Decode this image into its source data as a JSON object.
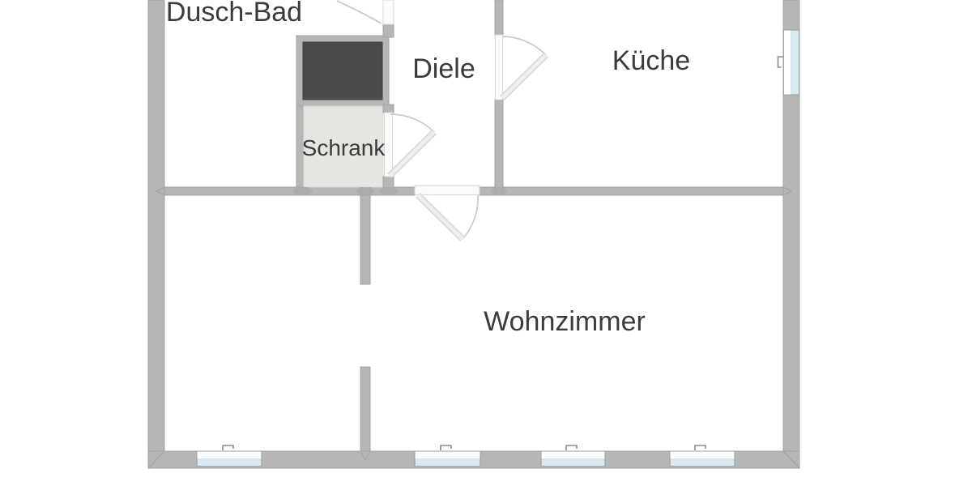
{
  "diagram_type": "apartment-floor-plan",
  "rooms": [
    {
      "id": "dusch-bad",
      "label": "Dusch-Bad"
    },
    {
      "id": "diele",
      "label": "Diele"
    },
    {
      "id": "kueche",
      "label": "Küche"
    },
    {
      "id": "schrank",
      "label": "Schrank"
    },
    {
      "id": "wohnzimmer",
      "label": "Wohnzimmer"
    }
  ],
  "features": {
    "bottom_window_count": 4,
    "right_window_count": 1,
    "door_count": 4,
    "shaft_count": 1
  },
  "colors": {
    "wall": "#b6b6b6",
    "wall_edge": "#a2a2a2",
    "shaft_fill": "#4a4a48",
    "closet_fill": "#e5e5e2",
    "window_glass": "#d9e9f1",
    "window_frame": "#9aa0a3",
    "door_arc": "#cbcbcb",
    "door_leaf": "#eeeeee",
    "label_text": "#3b3b39",
    "background": "#ffffff"
  }
}
